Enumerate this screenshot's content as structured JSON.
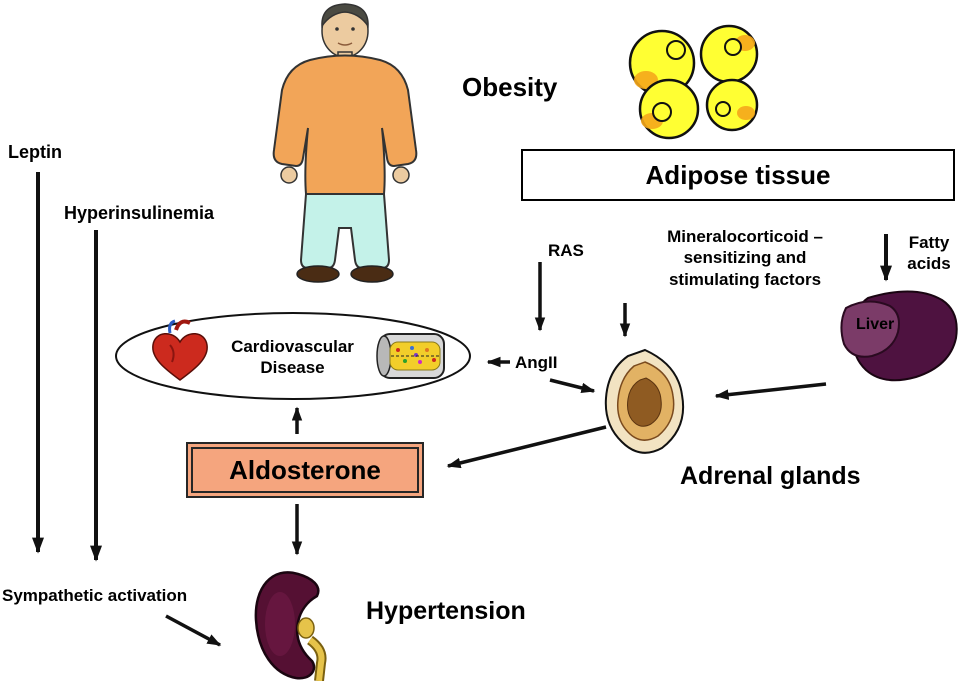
{
  "labels": {
    "obesity": "Obesity",
    "adipose_tissue": "Adipose tissue",
    "leptin": "Leptin",
    "hyperinsulinemia": "Hyperinsulinemia",
    "cardiovascular_line1": "Cardiovascular",
    "cardiovascular_line2": "Disease",
    "ras": "RAS",
    "angII": "AngII",
    "mineralo_line1": "Mineralocorticoid –",
    "mineralo_line2": "sensitizing and",
    "mineralo_line3": "stimulating factors",
    "fatty_line1": "Fatty",
    "fatty_line2": "acids",
    "liver": "Liver",
    "adrenal_glands": "Adrenal glands",
    "aldosterone": "Aldosterone",
    "sympathetic": "Sympathetic activation",
    "hypertension": "Hypertension"
  },
  "colors": {
    "aldosterone_box_fill": "#F5A57E",
    "adipocyte_yellow": "#FFFF33",
    "adipocyte_orange": "#F5A71B",
    "shirt_orange": "#F2A558",
    "pants_cyan": "#C4F2E9",
    "skin": "#ECCBA0",
    "liver_purple": "#4E1240",
    "liver_lobe_light": "#7B3B68",
    "kidney_maroon": "#551033",
    "ureter_yellow": "#E6C34A",
    "adrenal_outer_cream": "#F2E3C2",
    "adrenal_tan": "#E2B264",
    "adrenal_core_brown": "#8F5B22",
    "heart_red": "#CC2A1E",
    "artery_lumen_yellow": "#F2CE2A",
    "arrow_black": "#111111"
  },
  "edges": [
    "Leptin → sympathetic activation",
    "Hyperinsulinemia → sympathetic activation",
    "Adipose tissue → RAS → AngII",
    "AngII → Cardiovascular Disease",
    "AngII → Adrenal glands",
    "Adipose tissue → Mineralocorticoid-sensitizing and stimulating factors → Adrenal glands",
    "Adipose tissue → Fatty acids → Liver",
    "Liver → Adrenal glands",
    "Adrenal glands → Aldosterone",
    "Aldosterone → Cardiovascular Disease",
    "Aldosterone → Hypertension (kidney)",
    "Sympathetic activation → kidney"
  ]
}
